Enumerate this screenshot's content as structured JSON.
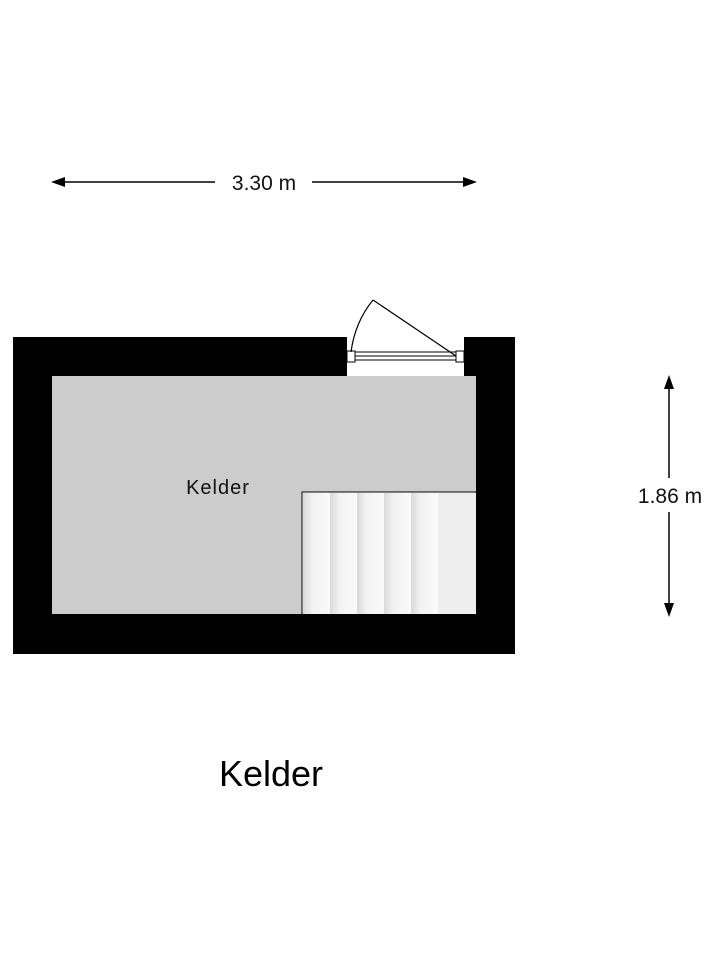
{
  "dimensions": {
    "width_label": "3.30 m",
    "height_label": "1.86 m"
  },
  "room": {
    "label": "Kelder"
  },
  "floor": {
    "title": "Kelder"
  },
  "colors": {
    "wall": "#000000",
    "floor": "#cccccc",
    "stairs": "#eeeeee",
    "background": "#ffffff"
  }
}
